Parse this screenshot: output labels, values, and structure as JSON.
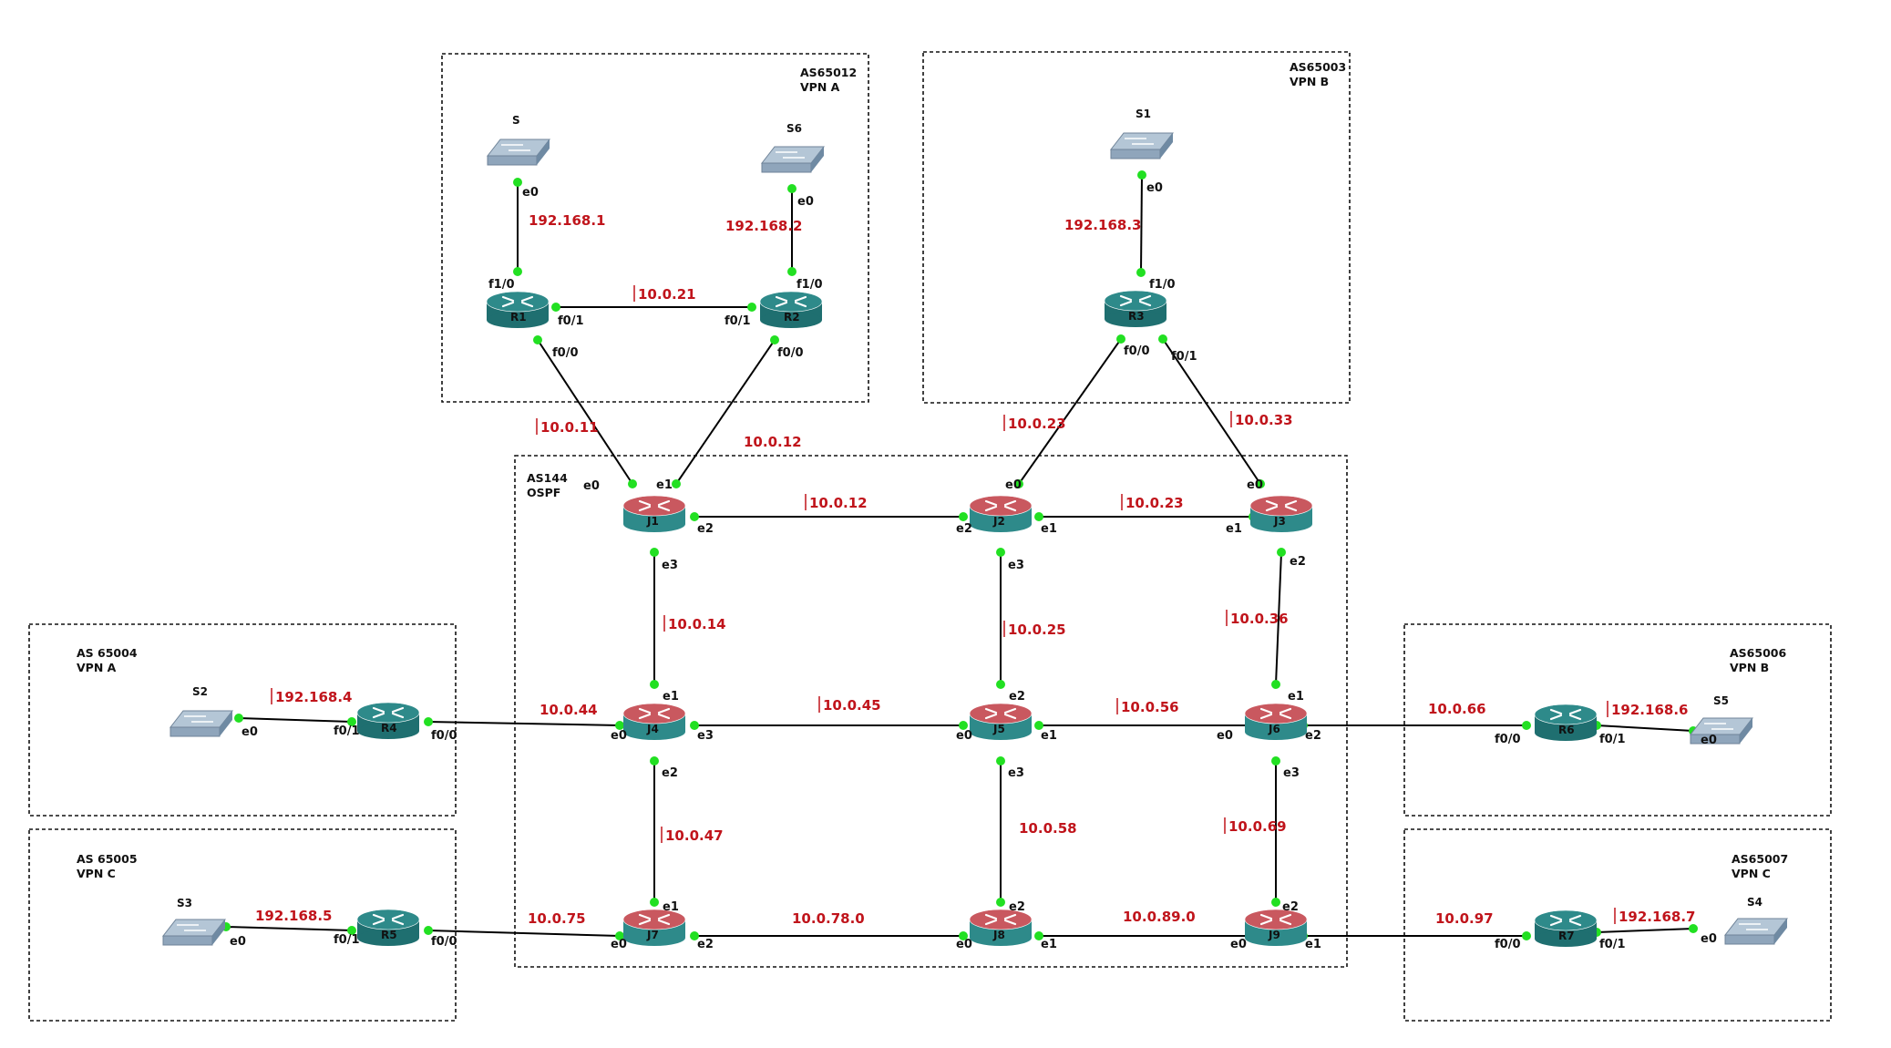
{
  "colors": {
    "link": "#000000",
    "port": "#22e022",
    "subnet_label": "#c0141b",
    "router_blue": "#2e8a8a",
    "router_red": "#c9585f",
    "switch": "#8fa5bb"
  },
  "boxes": [
    {
      "id": "as65012",
      "line1": "AS65012",
      "line2": "VPN A"
    },
    {
      "id": "as65003",
      "line1": "AS65003",
      "line2": "VPN B"
    },
    {
      "id": "as144",
      "line1": "AS144",
      "line2": "OSPF"
    },
    {
      "id": "as65004",
      "line1": "AS 65004",
      "line2": "VPN A"
    },
    {
      "id": "as65005",
      "line1": "AS 65005",
      "line2": "VPN C"
    },
    {
      "id": "as65006",
      "line1": "AS65006",
      "line2": "VPN B"
    },
    {
      "id": "as65007",
      "line1": "AS65007",
      "line2": "VPN C"
    }
  ],
  "devices": [
    {
      "id": "S",
      "type": "switch"
    },
    {
      "id": "S6",
      "type": "switch"
    },
    {
      "id": "S1",
      "type": "switch"
    },
    {
      "id": "S2",
      "type": "switch"
    },
    {
      "id": "S3",
      "type": "switch"
    },
    {
      "id": "S5",
      "type": "switch"
    },
    {
      "id": "S4",
      "type": "switch"
    },
    {
      "id": "R1",
      "type": "router"
    },
    {
      "id": "R2",
      "type": "router"
    },
    {
      "id": "R3",
      "type": "router"
    },
    {
      "id": "R4",
      "type": "router"
    },
    {
      "id": "R5",
      "type": "router"
    },
    {
      "id": "R6",
      "type": "router"
    },
    {
      "id": "R7",
      "type": "router"
    },
    {
      "id": "J1",
      "type": "juniper"
    },
    {
      "id": "J2",
      "type": "juniper"
    },
    {
      "id": "J3",
      "type": "juniper"
    },
    {
      "id": "J4",
      "type": "juniper"
    },
    {
      "id": "J5",
      "type": "juniper"
    },
    {
      "id": "J6",
      "type": "juniper"
    },
    {
      "id": "J7",
      "type": "juniper"
    },
    {
      "id": "J8",
      "type": "juniper"
    },
    {
      "id": "J9",
      "type": "juniper"
    }
  ],
  "links": [
    {
      "a": "S",
      "b": "R1",
      "subnet": "192.168.1",
      "ports": [
        "e0",
        "f1/0"
      ]
    },
    {
      "a": "S6",
      "b": "R2",
      "subnet": "192.168.2",
      "ports": [
        "e0",
        "f1/0"
      ]
    },
    {
      "a": "R1",
      "b": "R2",
      "subnet": "10.0.21",
      "ports": [
        "f0/1",
        "f0/1"
      ]
    },
    {
      "a": "R1",
      "b": "J1",
      "subnet": "10.0.11",
      "ports": [
        "f0/0",
        "e0"
      ]
    },
    {
      "a": "R2",
      "b": "J1",
      "subnet": "10.0.12",
      "ports": [
        "f0/0",
        "e1"
      ]
    },
    {
      "a": "S1",
      "b": "R3",
      "subnet": "192.168.3",
      "ports": [
        "e0",
        "f1/0"
      ]
    },
    {
      "a": "R3",
      "b": "J2",
      "subnet": "10.0.23",
      "ports": [
        "f0/0",
        "e0"
      ]
    },
    {
      "a": "R3",
      "b": "J3",
      "subnet": "10.0.33",
      "ports": [
        "f0/1",
        "e0"
      ]
    },
    {
      "a": "J1",
      "b": "J2",
      "subnet": "10.0.12",
      "ports": [
        "e2",
        "e2"
      ]
    },
    {
      "a": "J2",
      "b": "J3",
      "subnet": "10.0.23",
      "ports": [
        "e1",
        "e1"
      ]
    },
    {
      "a": "J1",
      "b": "J4",
      "subnet": "10.0.14",
      "ports": [
        "e3",
        "e1"
      ]
    },
    {
      "a": "J2",
      "b": "J5",
      "subnet": "10.0.25",
      "ports": [
        "e3",
        "e2"
      ]
    },
    {
      "a": "J3",
      "b": "J6",
      "subnet": "10.0.36",
      "ports": [
        "e2",
        "e1"
      ]
    },
    {
      "a": "S2",
      "b": "R4",
      "subnet": "192.168.4",
      "ports": [
        "e0",
        "f0/1"
      ]
    },
    {
      "a": "R4",
      "b": "J4",
      "subnet": "10.0.44",
      "ports": [
        "f0/0",
        "e0"
      ]
    },
    {
      "a": "J4",
      "b": "J5",
      "subnet": "10.0.45",
      "ports": [
        "e3",
        "e0"
      ]
    },
    {
      "a": "J5",
      "b": "J6",
      "subnet": "10.0.56",
      "ports": [
        "e1",
        "e0"
      ]
    },
    {
      "a": "J6",
      "b": "R6",
      "subnet": "10.0.66",
      "ports": [
        "e2",
        "f0/0"
      ]
    },
    {
      "a": "R6",
      "b": "S5",
      "subnet": "192.168.6",
      "ports": [
        "f0/1",
        "e0"
      ]
    },
    {
      "a": "J4",
      "b": "J7",
      "subnet": "10.0.47",
      "ports": [
        "e2",
        "e1"
      ]
    },
    {
      "a": "J5",
      "b": "J8",
      "subnet": "10.0.58",
      "ports": [
        "e3",
        "e2"
      ]
    },
    {
      "a": "J6",
      "b": "J9",
      "subnet": "10.0.69",
      "ports": [
        "e3",
        "e2"
      ]
    },
    {
      "a": "S3",
      "b": "R5",
      "subnet": "192.168.5",
      "ports": [
        "e0",
        "f0/1"
      ]
    },
    {
      "a": "R5",
      "b": "J7",
      "subnet": "10.0.75",
      "ports": [
        "f0/0",
        "e0"
      ]
    },
    {
      "a": "J7",
      "b": "J8",
      "subnet": "10.0.78.0",
      "ports": [
        "e2",
        "e0"
      ]
    },
    {
      "a": "J8",
      "b": "J9",
      "subnet": "10.0.89.0",
      "ports": [
        "e1",
        "e0"
      ]
    },
    {
      "a": "J9",
      "b": "R7",
      "subnet": "10.0.97",
      "ports": [
        "e1",
        "f0/0"
      ]
    },
    {
      "a": "R7",
      "b": "S4",
      "subnet": "192.168.7",
      "ports": [
        "f0/1",
        "e0"
      ]
    }
  ]
}
